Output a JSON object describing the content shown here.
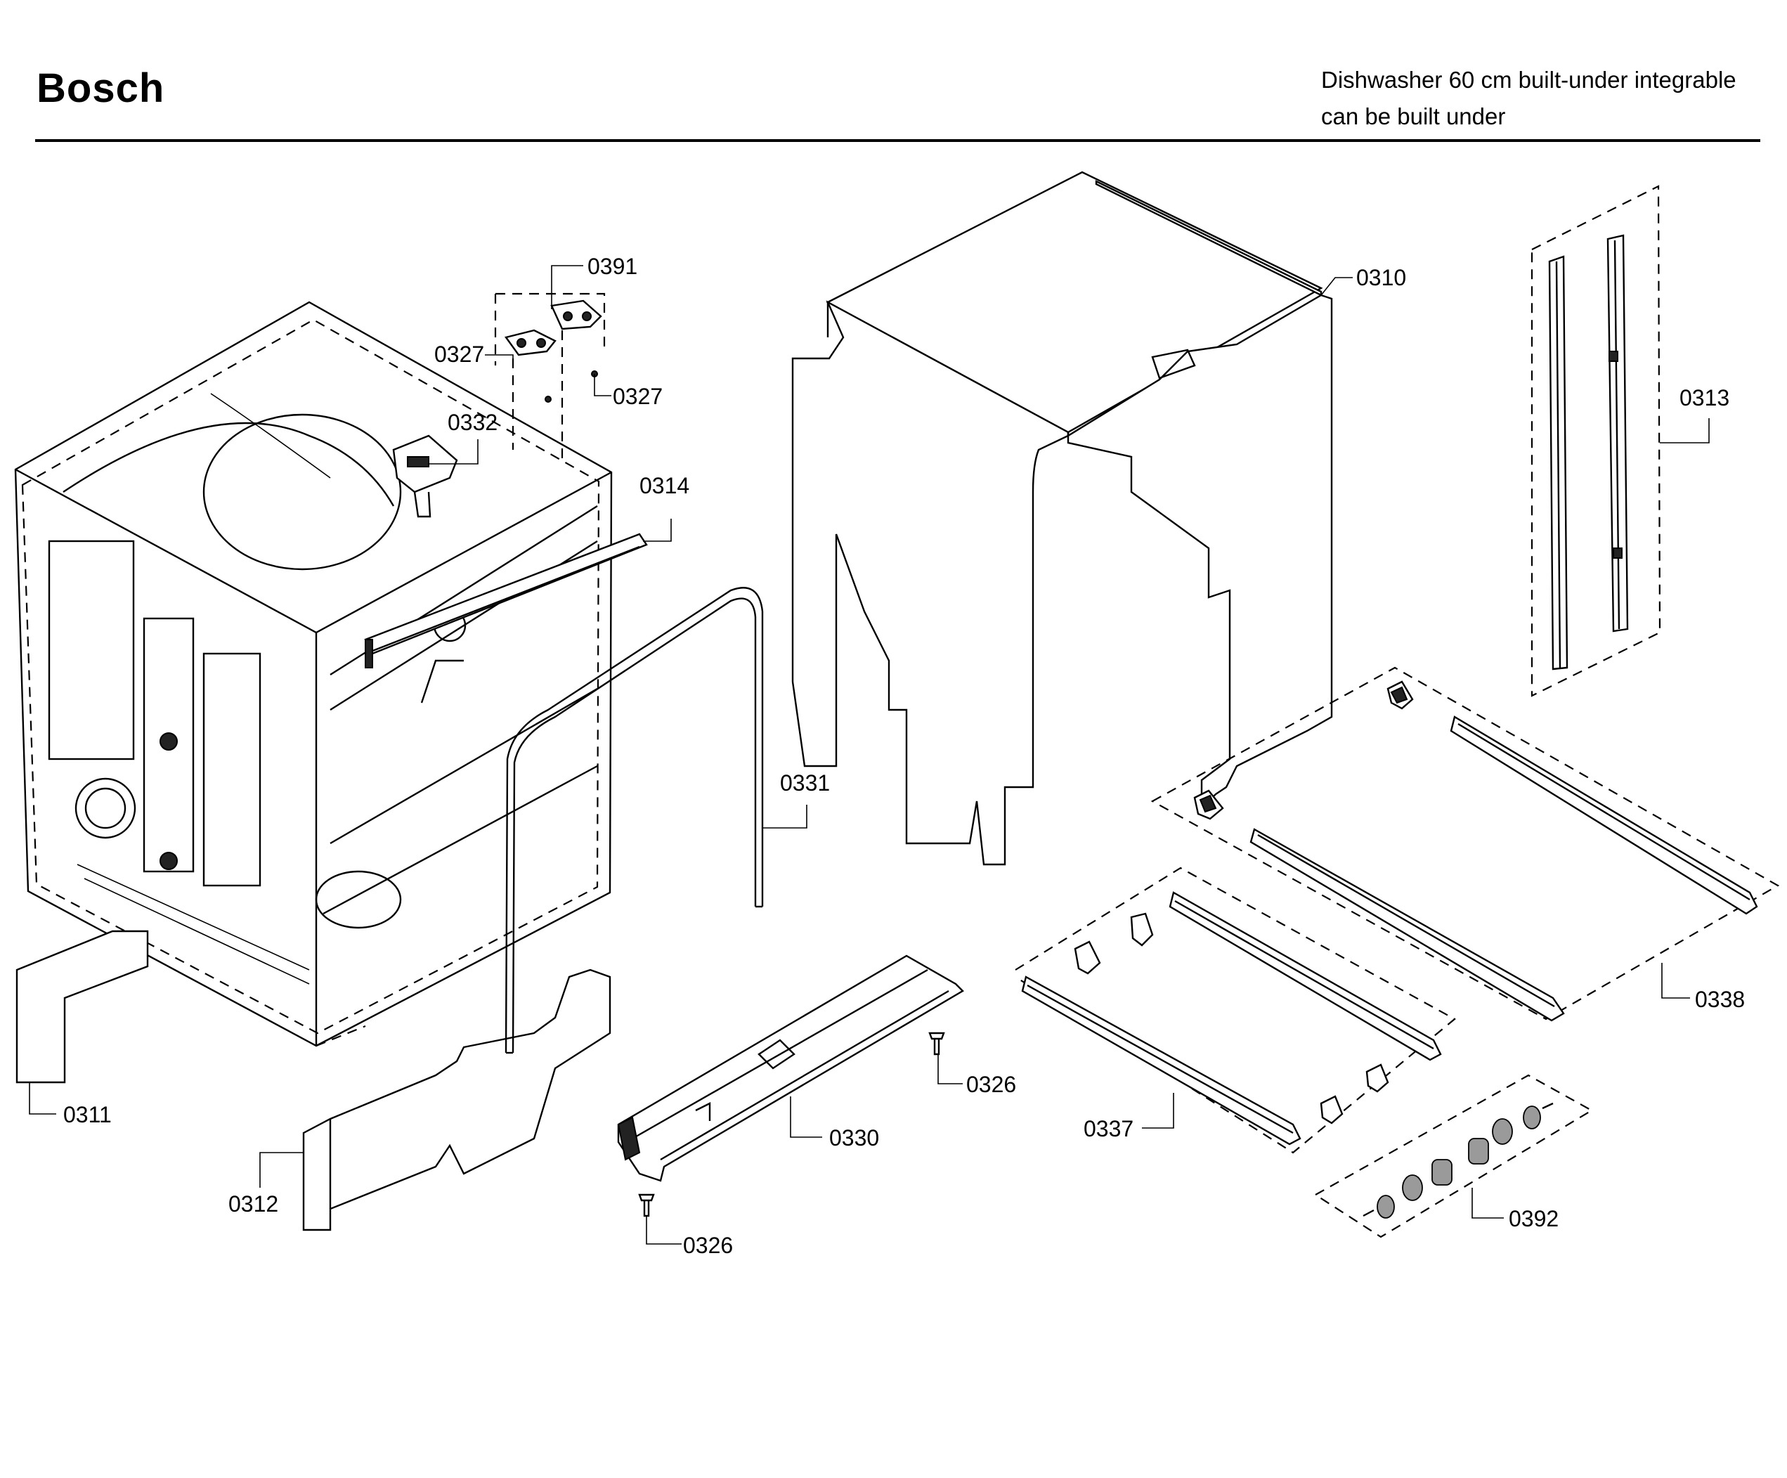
{
  "header": {
    "brand": "Bosch",
    "subtitle_line1": "Dishwasher 60 cm built-under integrable",
    "subtitle_line2": "can be built under"
  },
  "callouts": {
    "c0310": "0310",
    "c0311": "0311",
    "c0312": "0312",
    "c0313": "0313",
    "c0314": "0314",
    "c0326a": "0326",
    "c0326b": "0326",
    "c0327a": "0327",
    "c0327b": "0327",
    "c0330": "0330",
    "c0331": "0331",
    "c0332": "0332",
    "c0337": "0337",
    "c0338": "0338",
    "c0391": "0391",
    "c0392": "0392"
  }
}
